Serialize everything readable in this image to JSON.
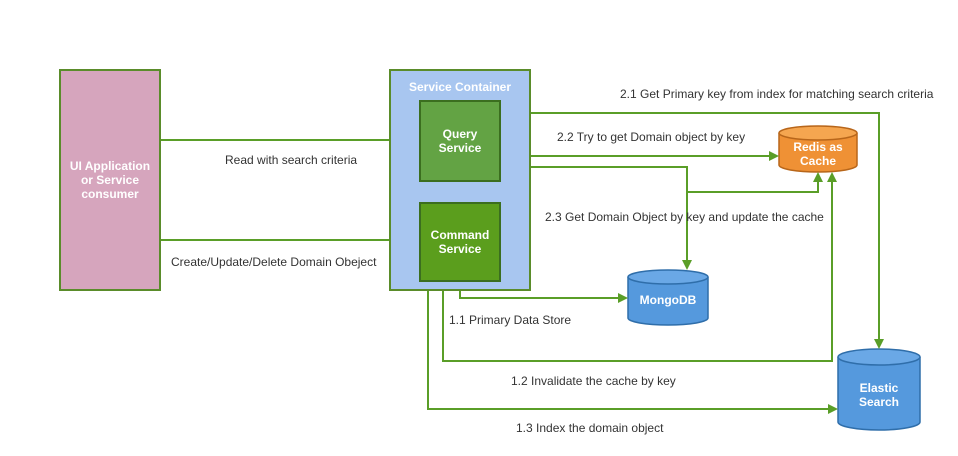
{
  "nodes": {
    "ui_application": "UI Application or Service consumer",
    "service_container": "Service Container",
    "query_service": "Query Service",
    "command_service": "Command Service",
    "redis": "Redis as Cache",
    "mongodb": "MongoDB",
    "elastic": "Elastic Search"
  },
  "edges": {
    "read": "Read with search criteria",
    "cud": "Create/Update/Delete Domain Obeject",
    "e21": "2.1 Get Primary key from index for matching search criteria",
    "e22": "2.2  Try to get Domain object by  key",
    "e23": "2.3 Get Domain Object by key and update the cache",
    "e11": "1.1 Primary Data Store",
    "e12": "1.2 Invalidate the cache by key",
    "e13": "1.3 Index the domain object"
  },
  "colors": {
    "edge": "#5a9e28",
    "ui_fill": "#d6a5bd",
    "container_fill": "#a8c6f0",
    "service_fill": "#63a344",
    "redis_fill": "#ef9135",
    "db_fill": "#5599dd"
  }
}
